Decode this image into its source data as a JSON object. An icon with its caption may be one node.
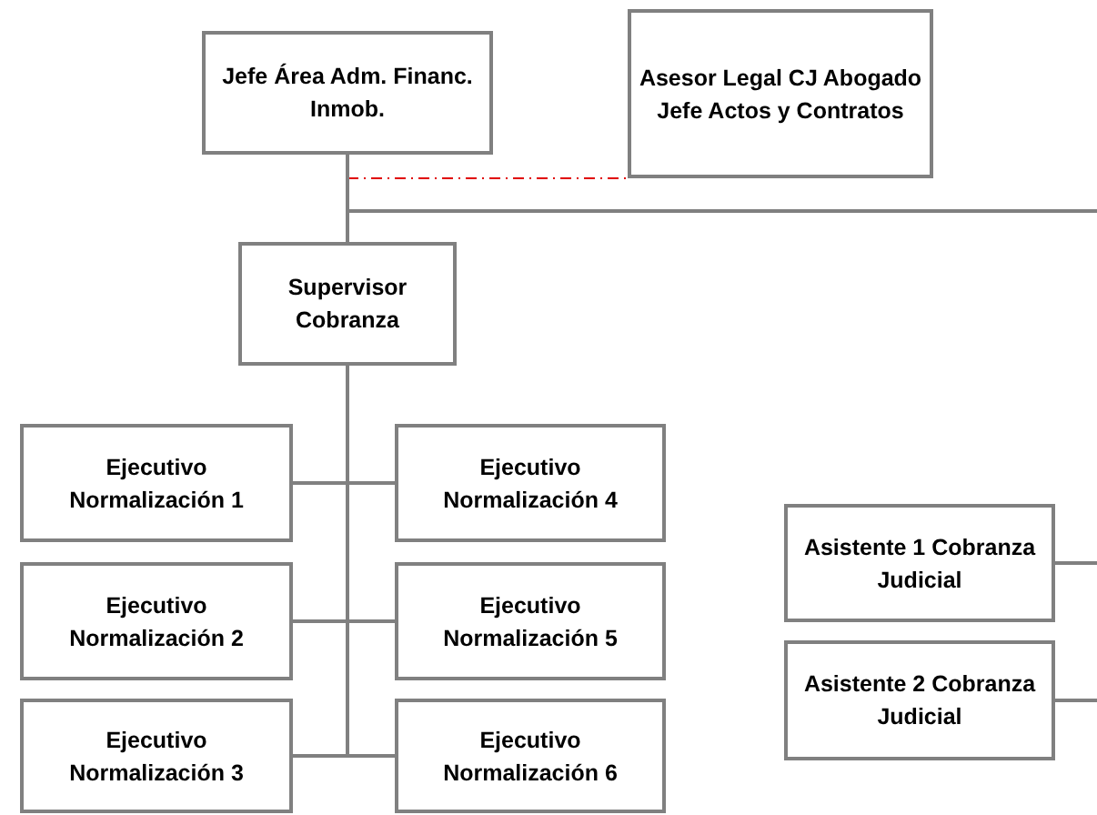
{
  "diagram": {
    "nodes": [
      {
        "text": [
          "Jefe Área Adm. Financ. Inmob."
        ]
      },
      {
        "text": [
          "Asesor Legal CJ Abogado Jefe Actos y  Contratos"
        ]
      },
      {
        "text": [
          "Supervisor Cobranza"
        ]
      },
      {
        "text": [
          "Ejecutivo Normalización 1"
        ]
      },
      {
        "text": [
          "Ejecutivo Normalización 4"
        ]
      },
      {
        "text": [
          "Ejecutivo Normalización 2"
        ]
      },
      {
        "text": [
          "Ejecutivo Normalización 5"
        ]
      },
      {
        "text": [
          "Ejecutivo Normalización 3"
        ]
      },
      {
        "text": [
          "Ejecutivo Normalización 6"
        ]
      },
      {
        "text": [
          "Asistente 1 Cobranza Judicial"
        ]
      },
      {
        "text": [
          "Asistente 2 Cobranza Judicial"
        ]
      }
    ],
    "edges": [
      {
        "from": 0,
        "to": 1,
        "arrow": "none",
        "style": "dashed",
        "color": "#e00000"
      },
      {
        "from": 0,
        "to": 2,
        "arrow": "none"
      },
      {
        "from": 0,
        "to": null,
        "arrow": "none"
      },
      {
        "from": 2,
        "to": 3,
        "arrow": "none"
      },
      {
        "from": 2,
        "to": 4,
        "arrow": "none"
      },
      {
        "from": 2,
        "to": 5,
        "arrow": "none"
      },
      {
        "from": 2,
        "to": 6,
        "arrow": "none"
      },
      {
        "from": 2,
        "to": 7,
        "arrow": "none"
      },
      {
        "from": 2,
        "to": 8,
        "arrow": "none"
      },
      {
        "from": null,
        "to": 9,
        "arrow": "none"
      },
      {
        "from": null,
        "to": 10,
        "arrow": "none"
      }
    ]
  }
}
